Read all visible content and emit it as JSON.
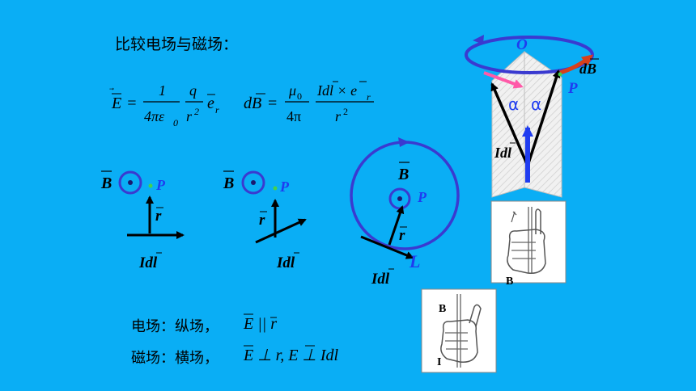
{
  "title": "比较电场与磁场：",
  "formulas": {
    "E_lhs": "E",
    "eq": "=",
    "one": "1",
    "four_pi_eps": "4πε",
    "eps_sub": "0",
    "q": "q",
    "r2": "r",
    "sq": "2",
    "er": "e",
    "er_sub": "r",
    "dB": "dB",
    "mu": "μ",
    "mu_sub": "0",
    "four_pi": "4π",
    "Idl_x_er": "Idl × e",
    "r2b": "r"
  },
  "labels": {
    "B": "B",
    "P": "P",
    "r": "r",
    "Idl": "Idl",
    "L": "L",
    "O": "O",
    "dB": "dB",
    "alpha": "α",
    "hand_B1": "B",
    "hand_B2": "B",
    "hand_I": "I"
  },
  "summary": {
    "electric_label": "电场：纵场，",
    "electric_formula": "E || r",
    "magnetic_label": "磁场：横场，",
    "magnetic_formula": "E ⊥ r,  E ⊥ Idl"
  },
  "colors": {
    "background": "#0aaef5",
    "circle": "#3a3ad0",
    "arrow_blue": "#1f3cf0",
    "arrow_pink": "#ff5aa8",
    "arrow_red": "#d8401a",
    "text_blue": "#1f3cf0",
    "point_green": "#46d14b"
  }
}
